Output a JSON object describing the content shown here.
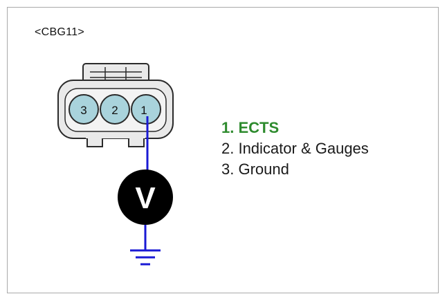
{
  "connector": {
    "id": "<CBG11>",
    "pins": [
      "3",
      "2",
      "1"
    ],
    "probe_pin": "1"
  },
  "meter": {
    "symbol": "V",
    "type": "voltmeter"
  },
  "legend": {
    "items": [
      {
        "label": "1. ECTS",
        "color": "#2e8b2e"
      },
      {
        "label": "2. Indicator & Gauges",
        "color": "#1a1a1a"
      },
      {
        "label": "3. Ground",
        "color": "#1a1a1a"
      }
    ]
  },
  "colors": {
    "wire": "#1a1ad4",
    "pin_fill": "#a9d3dc",
    "connector_body": "#e9e9e9",
    "outline": "#2a2a2a",
    "meter_fill": "#000000",
    "highlight": "#2e8b2e"
  }
}
